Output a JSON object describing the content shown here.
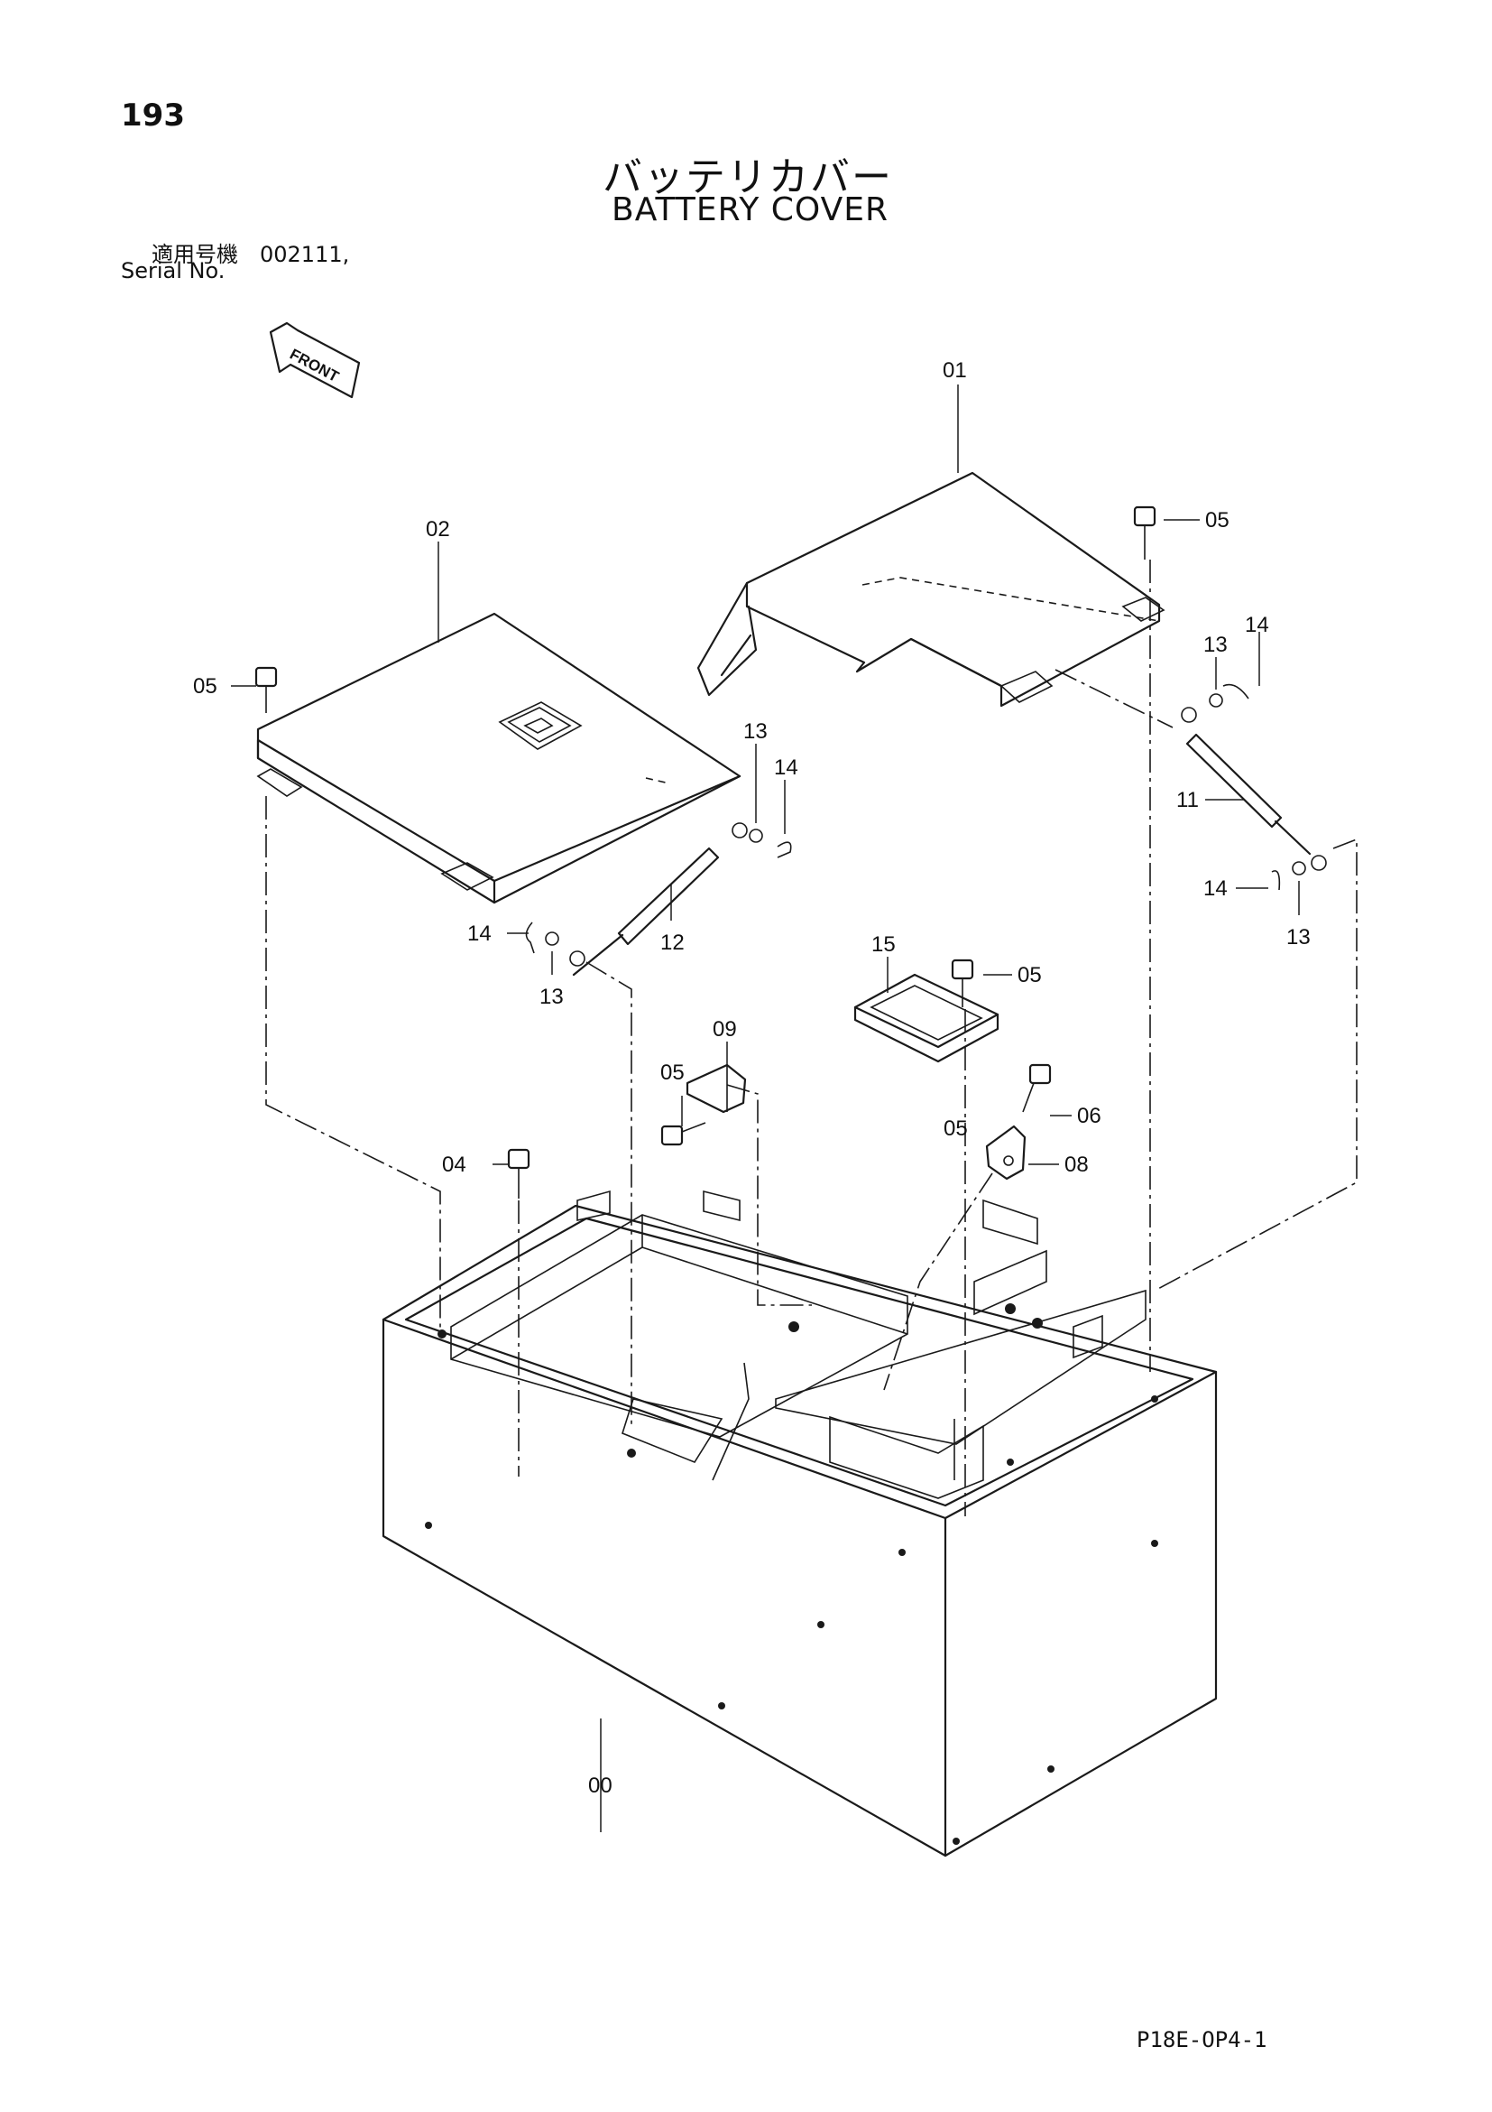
{
  "header": {
    "page_number": "193",
    "title_jp": "バッテリカバー",
    "title_en": "BATTERY COVER",
    "serial_jp": "適用号機　002111,",
    "serial_label": "Serial No."
  },
  "front_arrow": {
    "label": "FRONT"
  },
  "callouts": [
    "00",
    "01",
    "02",
    "04",
    "05",
    "05",
    "05",
    "05",
    "05",
    "06",
    "08",
    "09",
    "11",
    "12",
    "13",
    "13",
    "13",
    "13",
    "14",
    "14",
    "14",
    "14",
    "15"
  ],
  "footer": {
    "drawing_code": "P18E-OP4-1"
  }
}
